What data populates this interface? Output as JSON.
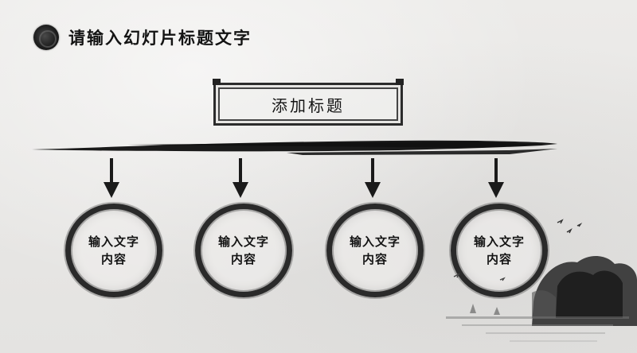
{
  "slide": {
    "title": "请输入幻灯片标题文字",
    "heading": "添加标题",
    "items": [
      {
        "line1": "输入文字",
        "line2": "内容"
      },
      {
        "line1": "输入文字",
        "line2": "内容"
      },
      {
        "line1": "输入文字",
        "line2": "内容"
      },
      {
        "line1": "输入文字",
        "line2": "内容"
      }
    ]
  },
  "colors": {
    "ink": "#1a1a1a",
    "paper": "#e9e8e6"
  }
}
